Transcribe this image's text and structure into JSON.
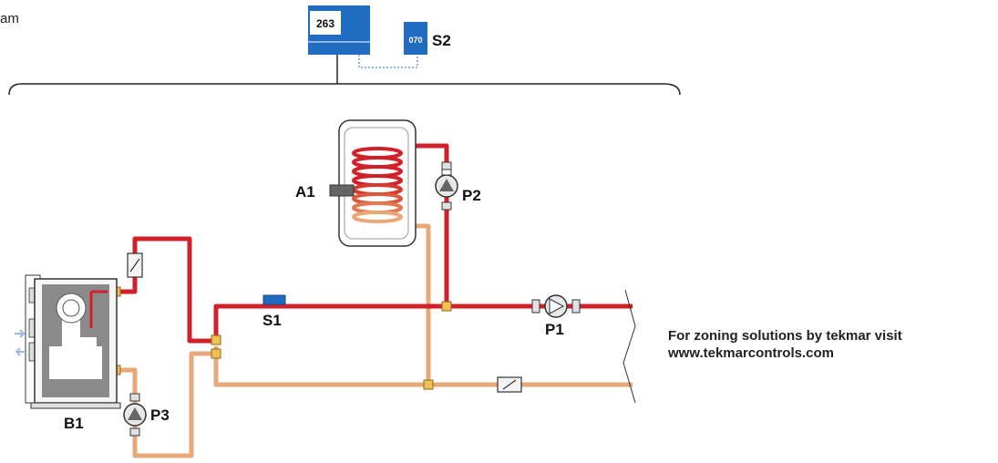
{
  "corner_text": "am",
  "controls": {
    "main_control": {
      "label": "263"
    },
    "sensor_module": {
      "label": "070",
      "tag": "S2"
    }
  },
  "components": {
    "tank": {
      "tag": "A1"
    },
    "pump_dhw": {
      "tag": "P2"
    },
    "pump_system": {
      "tag": "P1"
    },
    "pump_boiler": {
      "tag": "P3"
    },
    "sensor_supply": {
      "tag": "S1"
    },
    "boiler": {
      "tag": "B1"
    }
  },
  "note": {
    "line1": "For zoning solutions by tekmar visit",
    "line2": "www.tekmarcontrols.com"
  },
  "colors": {
    "supply_pipe": "#d0202a",
    "return_pipe": "#e8a878",
    "control_blue": "#1f6cc0",
    "boiler_grey": "#8a8a8a"
  }
}
